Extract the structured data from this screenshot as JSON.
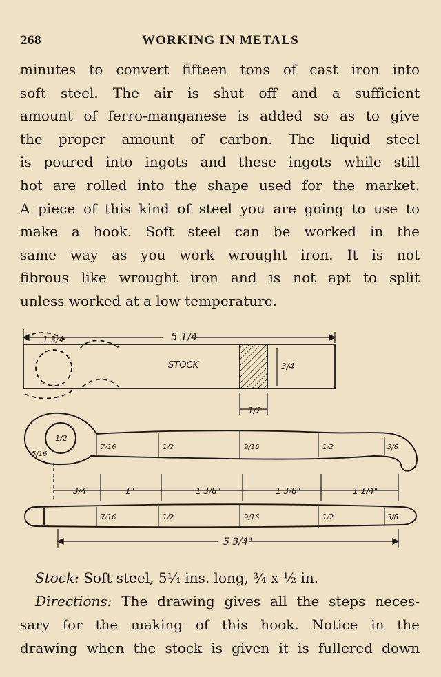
{
  "header": {
    "page_number": "268",
    "running_head": "WORKING IN METALS"
  },
  "body_lines": [
    "minutes to convert fifteen tons of cast iron into",
    "soft steel.  The air is shut off and a sufficient",
    "amount of ferro-manganese is added so as to give",
    "the proper amount of carbon.  The liquid steel",
    "is poured into ingots and these ingots while still",
    "hot are rolled into the shape used for the market.",
    "A piece of this kind of steel you are going to use to",
    "make a hook.  Soft steel can be worked in the",
    "same way as you work wrought iron.  It is not",
    "fibrous like wrought iron and is not apt to split",
    "unless worked at a low temperature."
  ],
  "figure": {
    "stock_label": "STOCK",
    "dim_total_top": "5 1/4",
    "dim_end": "1 3/4",
    "dim_width": "3/4",
    "dim_thickness": "1/2",
    "eye_inner": "1/2",
    "eye_side": "5/16",
    "hook_section_dims": [
      "7/16",
      "1/2",
      "9/16",
      "1/2",
      "3/8"
    ],
    "bottom_section_dims": [
      "7/16",
      "1/2",
      "9/16",
      "1/2",
      "3/8"
    ],
    "spacing_dims": [
      "3/4",
      "1\"",
      "1 3/8\"",
      "1 3/8\"",
      "1 1/4\""
    ],
    "dim_total_bottom": "5 3/4\""
  },
  "caption": {
    "stock_label": "Stock:",
    "stock_text": "Soft steel, 5¼ ins. long, ¾ x ½ in.",
    "directions_label": "Directions:",
    "directions_line1": "The drawing gives all the steps neces-",
    "directions_line2": "sary for the making of this hook.  Notice in the",
    "directions_line3": "drawing when the stock is given it is fullered down"
  }
}
